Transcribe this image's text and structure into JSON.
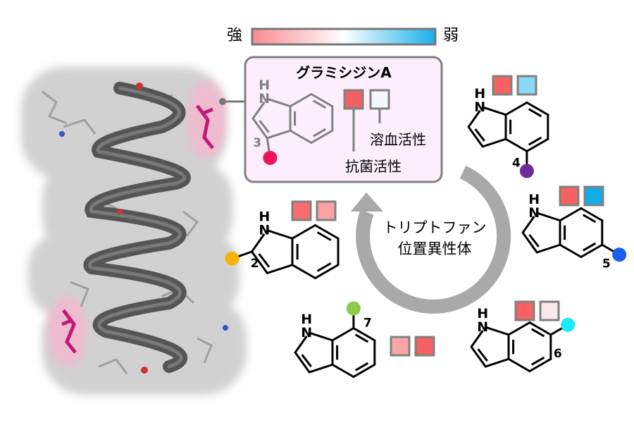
{
  "legend": {
    "strong": "強",
    "weak": "弱",
    "gradient_colors": [
      "#f98b91",
      "#ffffff",
      "#17b0e8"
    ]
  },
  "gramicidin_box": {
    "title": "グラミシジンA",
    "position": "3",
    "antibacterial_label": "抗菌活性",
    "hemolytic_label": "溶血活性",
    "antibacterial_color": "#f26062",
    "hemolytic_color": "#f4f7fb",
    "dot_color": "#f0115a",
    "nh": "H",
    "n": "N"
  },
  "cycle_label": {
    "line1": "トリプトファン",
    "line2": "位置異性体"
  },
  "isomers": [
    {
      "position": "4",
      "dot_color": "#6c2c9a",
      "antibacterial_color": "#f86163",
      "hemolytic_color": "#8ad8f6"
    },
    {
      "position": "5",
      "dot_color": "#1a5ff0",
      "antibacterial_color": "#f86163",
      "hemolytic_color": "#12ace6"
    },
    {
      "position": "6",
      "dot_color": "#1ee8f4",
      "antibacterial_color": "#f86163",
      "hemolytic_color": "#fae9ec"
    },
    {
      "position": "7",
      "dot_color": "#8ccc4a",
      "antibacterial_color": "#f9a6a8",
      "hemolytic_color": "#f86163"
    },
    {
      "position": "2",
      "dot_color": "#f6b40a",
      "antibacterial_color": "#f86c6e",
      "hemolytic_color": "#f9a3a5"
    }
  ],
  "labels": {
    "h": "H",
    "n": "N"
  }
}
